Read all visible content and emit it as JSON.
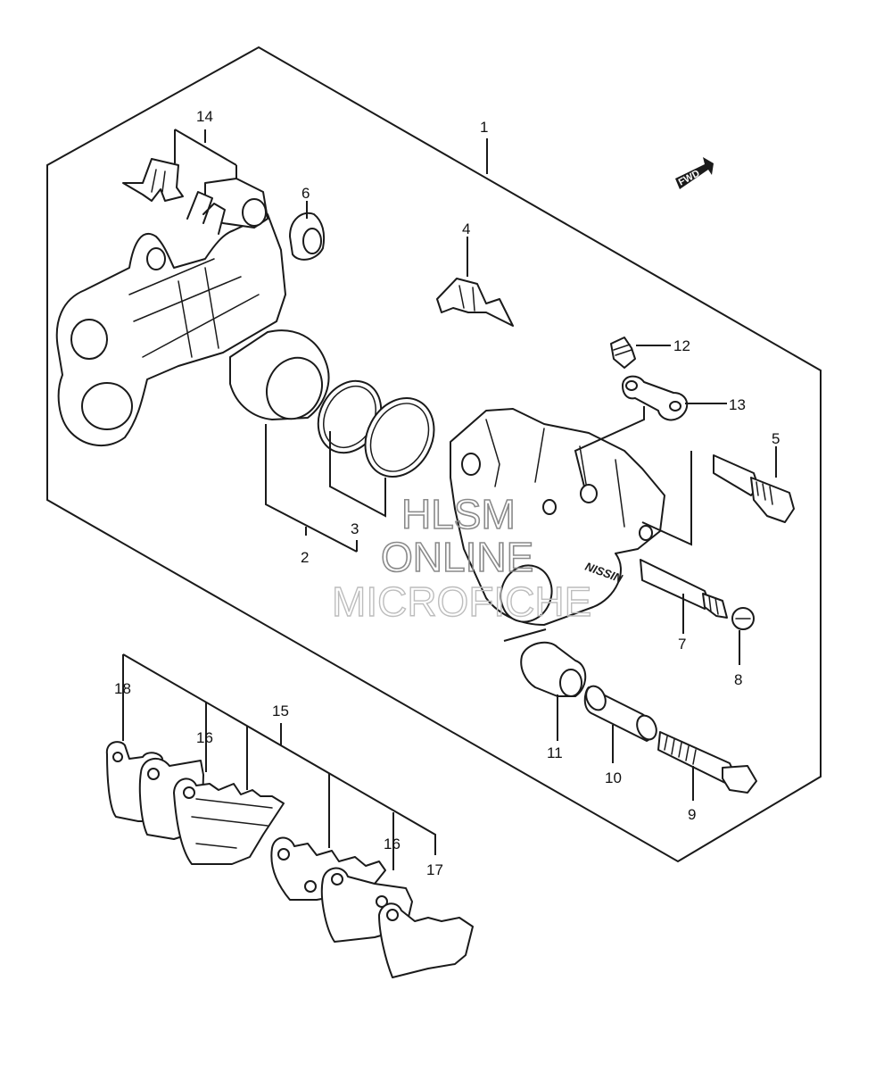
{
  "callouts": {
    "c1": "1",
    "c2": "2",
    "c3": "3",
    "c4": "4",
    "c5": "5",
    "c6": "6",
    "c7": "7",
    "c8": "8",
    "c9": "9",
    "c10": "10",
    "c11": "11",
    "c12": "12",
    "c13": "13",
    "c14": "14",
    "c15": "15",
    "c16a": "16",
    "c16b": "16",
    "c17": "17",
    "c18": "18"
  },
  "fwd_label": "FWD",
  "caliper_brand": "NISSIN",
  "watermark": {
    "line1": "HLSM",
    "line2": "ONLINE",
    "line3": "MICROFICHE"
  },
  "colors": {
    "line": "#1a1a1a",
    "watermark": "#8a8a8a",
    "background": "#ffffff"
  }
}
